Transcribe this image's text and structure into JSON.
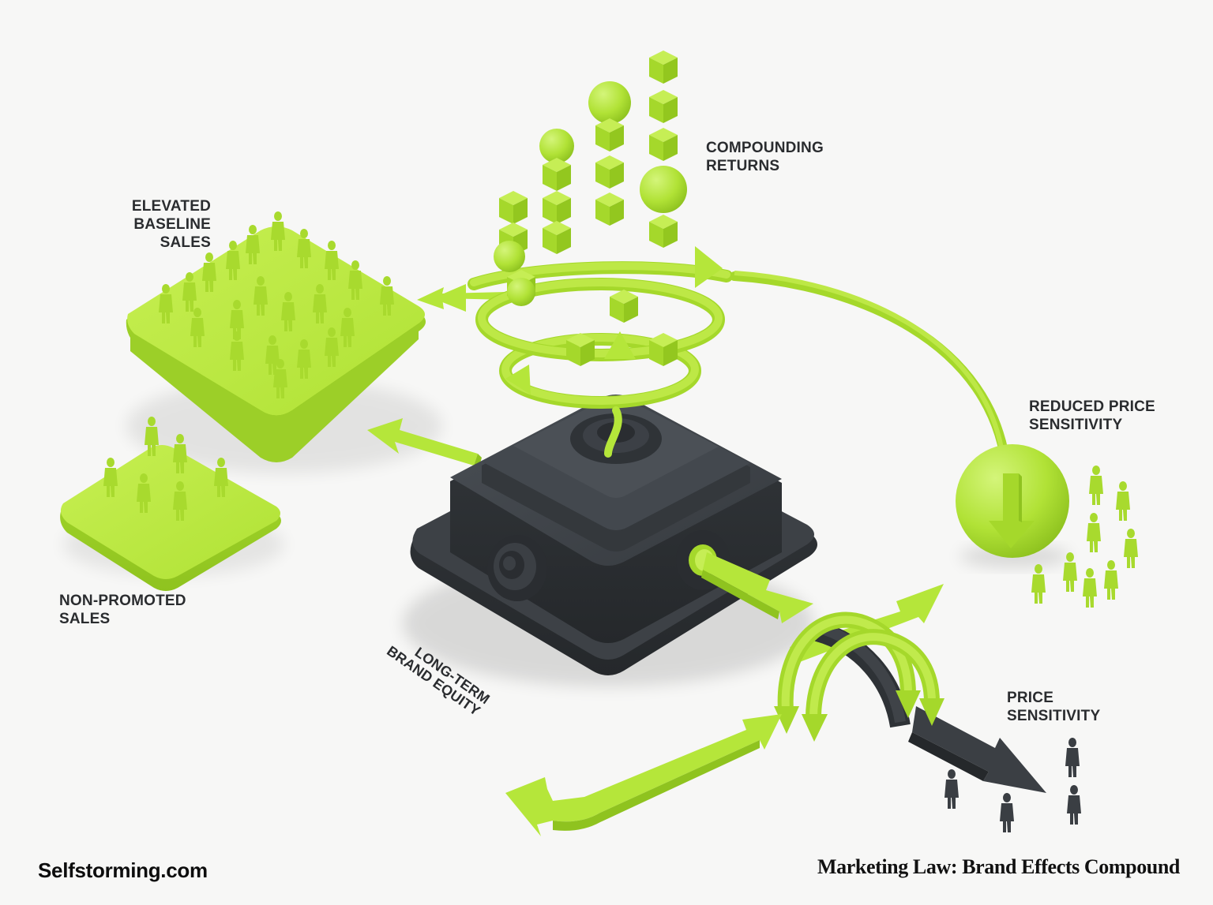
{
  "diagram": {
    "title": "Marketing Law: Brand Effects Compound",
    "brand": "Selfstorming.com",
    "colors": {
      "accent_green": "#b5e63a",
      "green_shade": "#9fd12b",
      "green_dark": "#86b81e",
      "core_dark": "#3b3f44",
      "core_darker": "#2b2e32",
      "text": "#2a2c2f",
      "background": "#f7f7f6"
    },
    "nodes": {
      "core": {
        "label_lines": [
          "LONG-TERM",
          "BRAND EQUITY"
        ],
        "shape": "dark stepped square pedestal with spiral arrow on top"
      },
      "compounding_returns": {
        "label_lines": [
          "COMPOUNDING",
          "RETURNS"
        ],
        "shape": "rising stacks of green cubes and spheres over a spiral"
      },
      "elevated_baseline_sales": {
        "label_lines": [
          "ELEVATED",
          "BASELINE",
          "SALES"
        ],
        "shape": "large green platform crowded with figures"
      },
      "non_promoted_sales": {
        "label_lines": [
          "NON-PROMOTED",
          "SALES"
        ],
        "shape": "small green platform with few figures"
      },
      "reduced_price_sensitivity": {
        "label_lines": [
          "REDUCED PRICE",
          "SENSITIVITY"
        ],
        "shape": "green sphere with down arrow, green figures"
      },
      "price_sensitivity": {
        "label_lines": [
          "PRICE",
          "SENSITIVITY"
        ],
        "shape": "dark arrow deflected by green arches, dark figures"
      }
    },
    "icons": {
      "core": "pedestal-icon",
      "spiral": "spiral-arrow-icon",
      "down_arrow": "down-arrow-icon",
      "people": "people-figures-icon"
    }
  }
}
